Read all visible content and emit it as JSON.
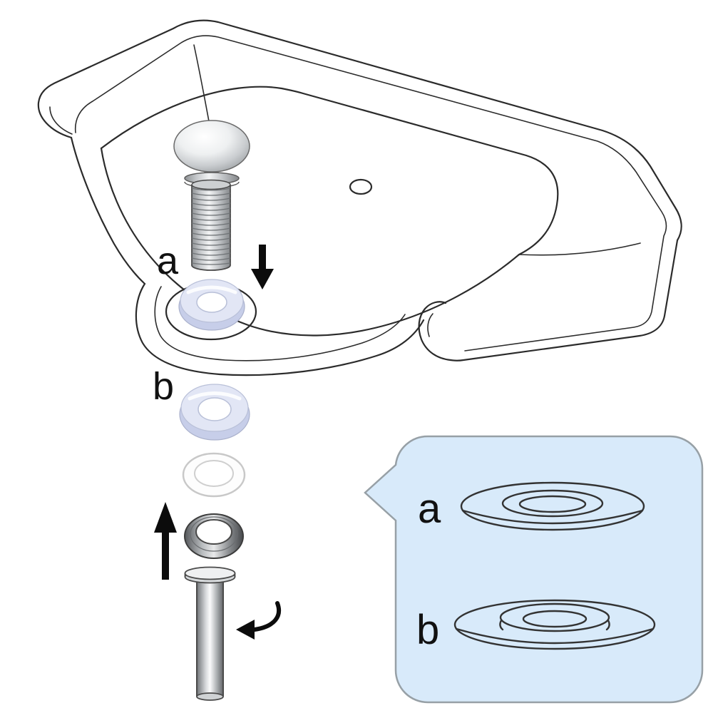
{
  "diagram": {
    "labels": {
      "gasket_a": "a",
      "gasket_b": "b"
    },
    "callout": {
      "item_a": "a",
      "item_b": "b"
    },
    "colors": {
      "line": "#2b2b2b",
      "gasket_fill": "#e2e6f5",
      "gasket_shade": "#c7cee9",
      "gasket_hole": "#ffffff",
      "washer_fill": "#fdfdfd",
      "callout_fill": "#d8eafa",
      "callout_border": "#97a0a6",
      "arrow": "#0c0c0c"
    }
  }
}
